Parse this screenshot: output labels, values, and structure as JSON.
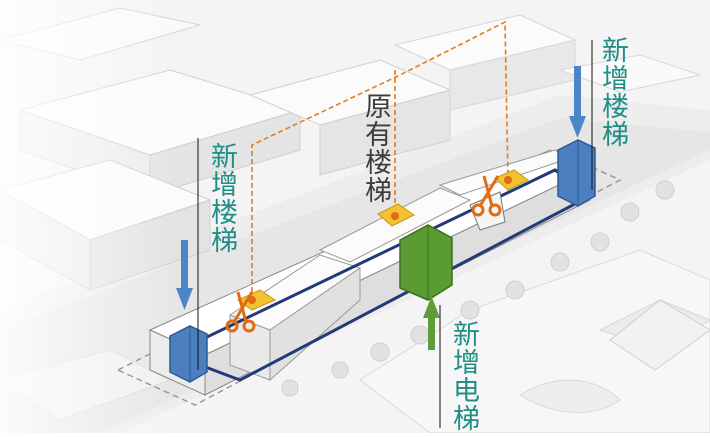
{
  "labels": {
    "new_stair_left": "新增楼梯",
    "new_stair_right": "新增楼梯",
    "existing_stair": "原有楼梯",
    "new_elevator": "新增电梯"
  },
  "colors": {
    "new_label": "#1f8f86",
    "existing_label": "#3d3d3d",
    "new_stair_block": "#4b7fbf",
    "new_elevator_block": "#5a9c32",
    "existing_stair_pad": "#f2c230",
    "removal_marker": "#e06b12",
    "connection_line": "#e07d21",
    "arrow_blue": "#4c86c6",
    "arrow_green": "#5e9e3a",
    "corridor_outline": "#223a78"
  },
  "icons": [
    "scissors-icon",
    "down-arrow-icon",
    "up-arrow-icon"
  ]
}
